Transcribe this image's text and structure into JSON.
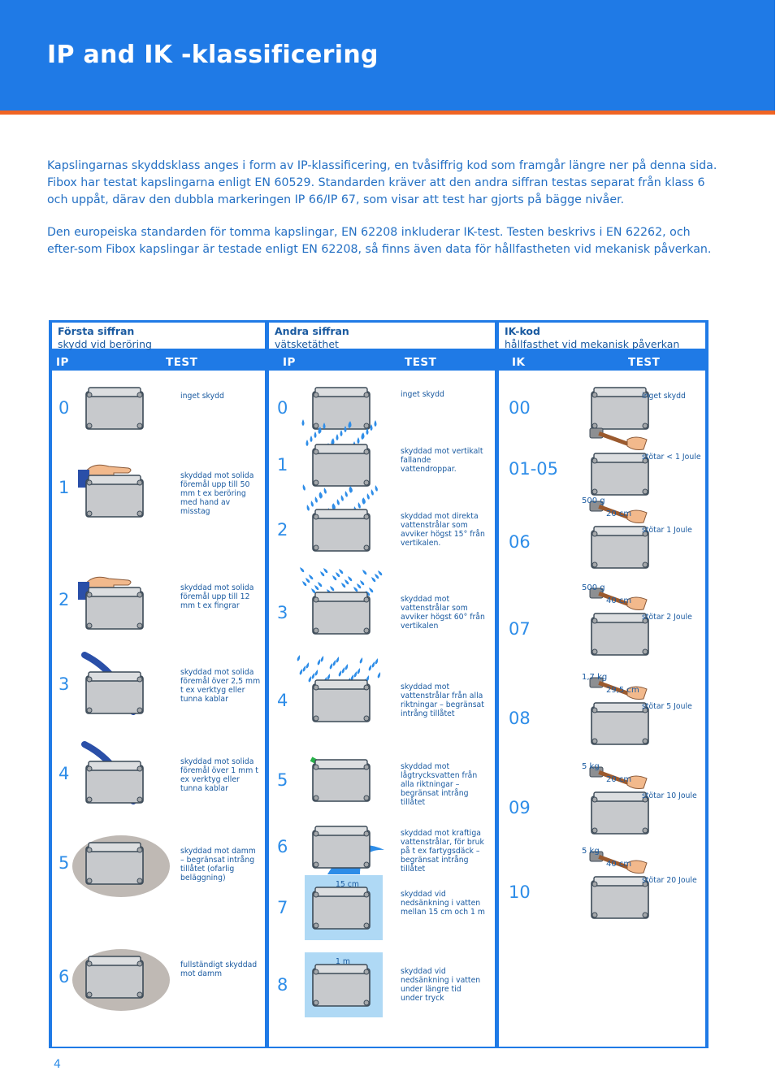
{
  "header": {
    "title": "IP and IK -klassificering"
  },
  "intro": {
    "p1": "Kapslingarnas skyddsklass anges i form av IP-klassificering, en tvåsiffrig kod som framgår längre ner på denna sida. Fibox har testat kapslingarna enligt EN 60529. Standarden kräver att den andra siffran testas separat från klass 6 och uppåt, därav den dubbla markeringen IP 66/IP 67, som visar att test har gjorts på bägge nivåer.",
    "p2": "Den europeiska standarden för tomma kapslingar, EN 62208 inkluderar IK-test. Testen beskrivs i EN 62262, och efter-som Fibox kapslingar är testade enligt EN 62208, så finns även data för hållfastheten vid mekanisk påverkan."
  },
  "table": {
    "col1": {
      "title": "Första siffran",
      "subtitle": "skydd vid beröring",
      "code_label": "IP",
      "test_label": "TEST"
    },
    "col2": {
      "title": "Andra siffran",
      "subtitle": "vätsketäthet",
      "code_label": "IP",
      "test_label": "TEST"
    },
    "col3": {
      "title": "IK-kod",
      "subtitle": "hållfasthet vid mekanisk påverkan",
      "code_label": "IK",
      "test_label": "TEST"
    },
    "first_digit": [
      {
        "code": "0",
        "text": "inget skydd"
      },
      {
        "code": "1",
        "text": "skyddad mot solida föremål upp till 50 mm t ex beröring med hand av misstag"
      },
      {
        "code": "2",
        "text": "skyddad mot solida föremål upp till 12 mm t ex fingrar"
      },
      {
        "code": "3",
        "text": "skyddad mot solida föremål över 2,5 mm t ex verktyg eller tunna kablar"
      },
      {
        "code": "4",
        "text": "skyddad mot solida föremål över 1 mm t ex verktyg eller tunna kablar"
      },
      {
        "code": "5",
        "text": "skyddad mot damm – begränsat intrång tillåtet (ofarlig beläggning)"
      },
      {
        "code": "6",
        "text": "fullständigt skyddad mot damm"
      }
    ],
    "second_digit": [
      {
        "code": "0",
        "text": "inget skydd"
      },
      {
        "code": "1",
        "text": "skyddad mot vertikalt fallande vattendroppar."
      },
      {
        "code": "2",
        "text": "skyddad mot direkta vattenstrålar som avviker högst 15° från vertikalen."
      },
      {
        "code": "3",
        "text": "skyddad mot vattenstrålar som avviker högst 60° från vertikalen"
      },
      {
        "code": "4",
        "text": "skyddad mot vattenstrålar från alla riktningar – begränsat intrång tillåtet"
      },
      {
        "code": "5",
        "text": "skyddad mot lågtrycksvatten från alla riktningar – begränsat intrång tillåtet"
      },
      {
        "code": "6",
        "text": "skyddad mot kraftiga vattenstrålar, för bruk på t ex fartygsdäck – begränsat intrång tillåtet"
      },
      {
        "code": "7",
        "text": "skyddad vid nedsänkning i vatten mellan 15 cm och 1 m",
        "art_label": "15 cm"
      },
      {
        "code": "8",
        "text": "skyddad vid nedsänkning i vatten under längre tid under tryck",
        "art_label": "1 m"
      }
    ],
    "ik_code": [
      {
        "code": "00",
        "text": "inget skydd"
      },
      {
        "code": "01-05",
        "text": "stötar < 1 Joule"
      },
      {
        "code": "06",
        "text": "stötar 1 Joule",
        "weight": "500 g",
        "height": "20 cm"
      },
      {
        "code": "07",
        "text": "stötar 2 Joule",
        "weight": "500 g",
        "height": "40 cm"
      },
      {
        "code": "08",
        "text": "stötar 5 Joule",
        "weight": "1,7 kg",
        "height": "29,5 cm"
      },
      {
        "code": "09",
        "text": "stötar 10 Joule",
        "weight": "5 kg",
        "height": "20 cm"
      },
      {
        "code": "10",
        "text": "stötar 20 Joule",
        "weight": "5 kg",
        "height": "40 cm"
      }
    ]
  },
  "footer": {
    "page_number": "4"
  },
  "colors": {
    "header_blue": "#1f7ae6",
    "accent_orange": "#f06423",
    "text_blue": "#2470c4",
    "code_blue": "#2e8de8"
  }
}
